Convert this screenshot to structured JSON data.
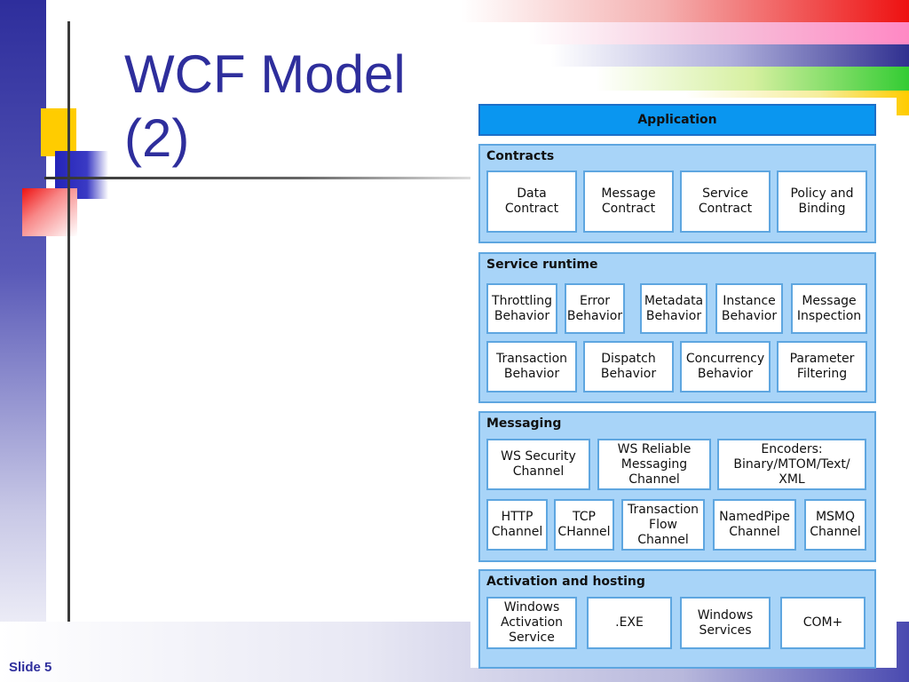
{
  "slide": {
    "title": "WCF Model (2)",
    "number": "Slide 5"
  },
  "diagram": {
    "application": "Application",
    "groups": [
      {
        "title": "Contracts",
        "items": [
          "Data Contract",
          "Message Contract",
          "Service Contract",
          "Policy and Binding"
        ]
      },
      {
        "title": "Service runtime",
        "items": [
          "Throttling Behavior",
          "Error Behavior",
          "Metadata Behavior",
          "Instance Behavior",
          "Message Inspection",
          "Transaction Behavior",
          "Dispatch Behavior",
          "Concurrency Behavior",
          "Parameter Filtering"
        ]
      },
      {
        "title": "Messaging",
        "items": [
          "WS Security Channel",
          "WS Reliable Messaging Channel",
          "Encoders: Binary/MTOM/Text/ XML",
          "HTTP Channel",
          "TCP CHannel",
          "Transaction Flow Channel",
          "NamedPipe Channel",
          "MSMQ Channel"
        ]
      },
      {
        "title": "Activation and hosting",
        "items": [
          "Windows Activation Service",
          ".EXE",
          "Windows Services",
          "COM+"
        ]
      }
    ]
  }
}
